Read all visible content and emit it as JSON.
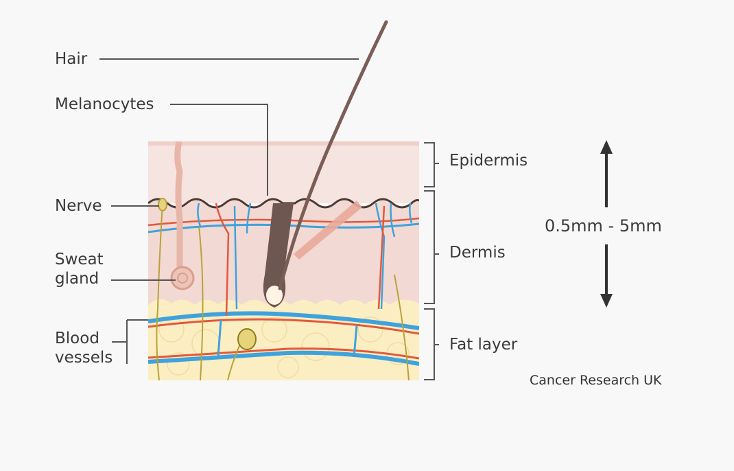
{
  "labels": {
    "hair": "Hair",
    "melanocytes": "Melanocytes",
    "nerve": "Nerve",
    "sweat_gland_line1": "Sweat",
    "sweat_gland_line2": "gland",
    "blood_vessels_line1": "Blood",
    "blood_vessels_line2": "vessels",
    "epidermis": "Epidermis",
    "dermis": "Dermis",
    "fat_layer": "Fat layer",
    "thickness": "0.5mm - 5mm"
  },
  "credit": "Cancer Research UK",
  "colors": {
    "background": "#f8f8f8",
    "epidermis": "#f6e4e0",
    "dermis": "#f2d9d3",
    "fat": "#fbeec2",
    "hair": "#7a5e56",
    "vein": "#3fa2dc",
    "artery": "#e2583c",
    "nerve": "#b8a13a",
    "leader_line": "#555555"
  }
}
